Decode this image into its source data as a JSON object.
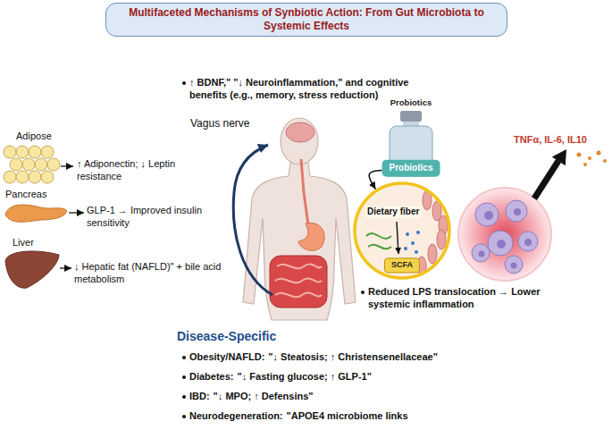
{
  "diagram": {
    "title": "Multifaceted Mechanisms of Synbiotic Action: From Gut Microbiota to Systemic Effects",
    "nodes": [
      {
        "text": [
          "Probiotics",
          "Probiotics"
        ]
      },
      {
        "text": [
          "Dietary fiber"
        ]
      },
      {
        "text": [
          "SCFA"
        ],
        "in": 1
      }
    ],
    "edges": [
      {
        "from": 0,
        "to": 1,
        "arrow": "to"
      }
    ],
    "labels": [
      "Vagus nerve",
      "↑ BDNF,\" \"↓ Neuroinflammation,\" and cognitive benefits (e.g., memory, stress reduction)",
      "Adipose",
      "↑ Adiponectin; ↓ Leptin resistance",
      "Pancreas",
      "GLP-1 → Improved insulin sensitivity",
      "Liver",
      "↓ Hepatic fat (NAFLD)\" + bile acid metabolism",
      "Reduced LPS translocation → Lower systemic inflammation",
      "TNFα, IL-6, IL10",
      "Disease-Specific",
      "Obesity/NAFLD:",
      "\"↓ Steatosis; ↑ Christensenellaceae\"",
      "Diabetes:",
      "\"↓ Fasting glucose; ↑ GLP-1\"",
      "IBD:",
      "\"↓ MPO; ↑ Defensins\"",
      "Neurodegeneration:",
      "\"APOE4 microbiome links"
    ]
  }
}
